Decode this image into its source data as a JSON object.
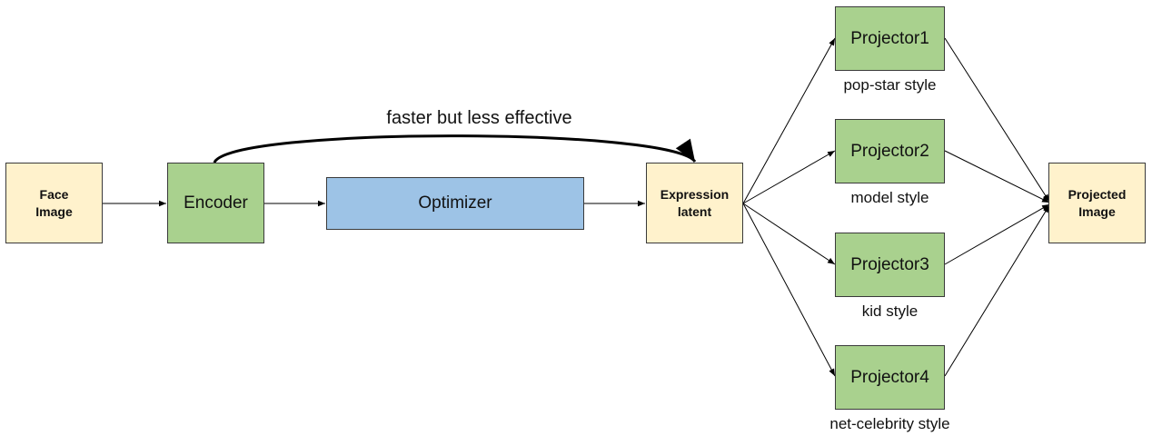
{
  "nodes": {
    "face_image": "Face\nImage",
    "encoder": "Encoder",
    "optimizer": "Optimizer",
    "expression_latent": "Expression\nlatent",
    "projector1": "Projector1",
    "projector2": "Projector2",
    "projector3": "Projector3",
    "projector4": "Projector4",
    "projected_image": "Projected\nImage"
  },
  "captions": {
    "projector1": "pop-star style",
    "projector2": "model style",
    "projector3": "kid style",
    "projector4": "net-celebrity style"
  },
  "bypass_label": "faster but less effective",
  "colors": {
    "io_fill": "#fff2cc",
    "projector_fill": "#a9d18e",
    "optimizer_fill": "#9dc3e6",
    "stroke": "#000000"
  }
}
